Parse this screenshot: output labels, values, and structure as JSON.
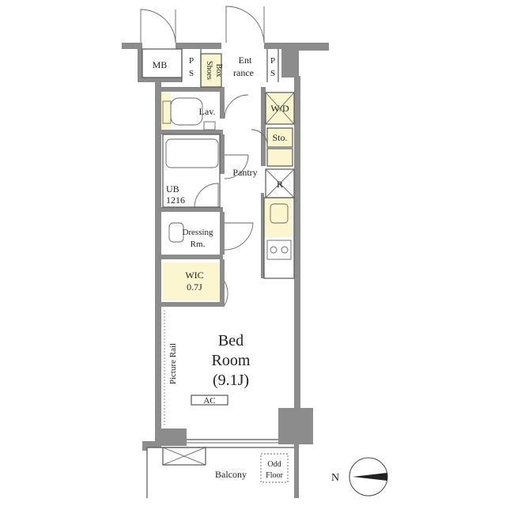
{
  "rooms": {
    "mb": "MB",
    "ps_left": [
      "P",
      "S"
    ],
    "shoes_box": [
      "Shoes",
      "Box"
    ],
    "entrance": [
      "Ent",
      "rance"
    ],
    "ps_right": [
      "P",
      "S"
    ],
    "lav": "Lav.",
    "wd": "W/D",
    "sto": "Sto.",
    "pantry": "Pantry",
    "refrigerator": "R",
    "ub": [
      "UB",
      "1216"
    ],
    "dressing": [
      "Dressing",
      "Rm."
    ],
    "wic": [
      "WIC",
      "0.7J"
    ],
    "bed_room": [
      "Bed",
      "Room",
      "(9.1J)"
    ],
    "ac": "AC",
    "picture_rail": "Picture Rail",
    "balcony": "Balcony",
    "odd_floor": [
      "Odd",
      "Floor"
    ]
  },
  "compass": {
    "label": "N"
  },
  "colors": {
    "wall": "#8c8c8c",
    "highlight": "#fbf6cf",
    "line": "#555555"
  }
}
